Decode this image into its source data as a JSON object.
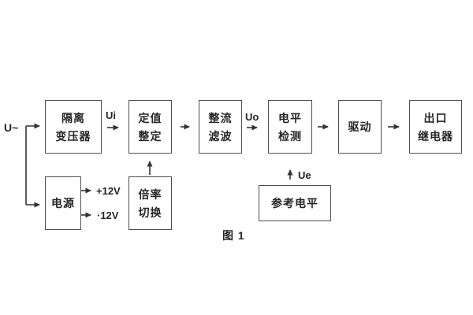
{
  "figure": {
    "caption": "图 1",
    "input_label": "U~",
    "signals": {
      "ui": "Ui",
      "uo": "Uo",
      "ue": "Ue"
    },
    "power_rails": {
      "positive": "+12V",
      "negative": "·12V"
    },
    "blocks": {
      "isolation_transformer": {
        "lines": [
          "隔离",
          "变压器"
        ]
      },
      "setpoint_setting": {
        "lines": [
          "定值",
          "整定"
        ]
      },
      "rectifier_filter": {
        "lines": [
          "整流",
          "滤波"
        ]
      },
      "level_detection": {
        "lines": [
          "电平",
          "检测"
        ]
      },
      "drive": {
        "lines": [
          "驱动"
        ]
      },
      "output_relay": {
        "lines": [
          "出口",
          "继电器"
        ]
      },
      "power_supply": {
        "lines": [
          "电源"
        ]
      },
      "ratio_switching": {
        "lines": [
          "倍率",
          "切换"
        ]
      },
      "reference_level": {
        "lines": [
          "参考电平"
        ]
      }
    },
    "colors": {
      "background": "#ffffff",
      "box_border": "#4f4f4f",
      "text": "#262626",
      "wire": "#333333"
    }
  }
}
